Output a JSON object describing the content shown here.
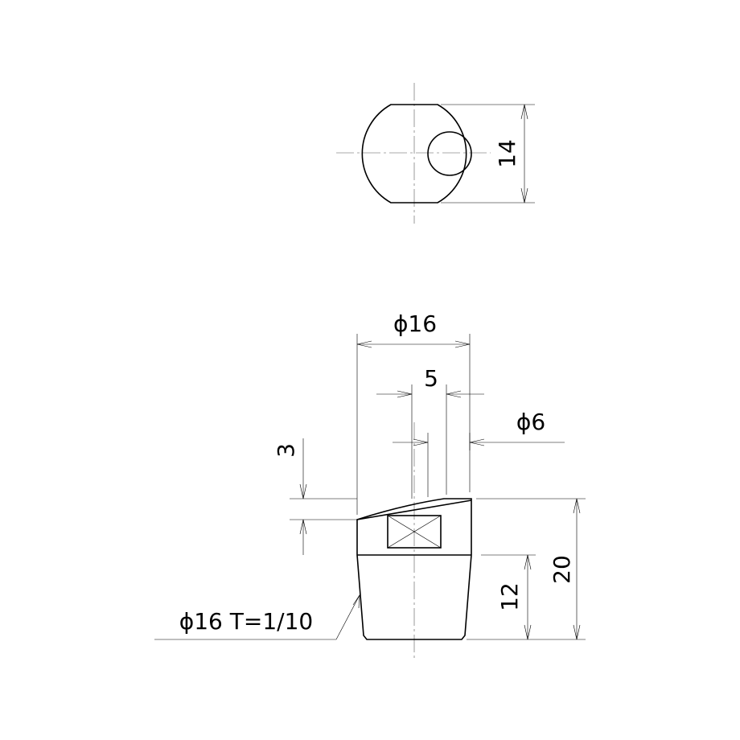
{
  "dimensions": {
    "width_across_flats": "14",
    "outer_diameter": "ϕ16",
    "offset": "5",
    "hole_diameter": "ϕ6",
    "chamfer_height": "3",
    "total_height": "20",
    "body_height": "12",
    "taper_note": "ϕ16 T=1/10"
  }
}
